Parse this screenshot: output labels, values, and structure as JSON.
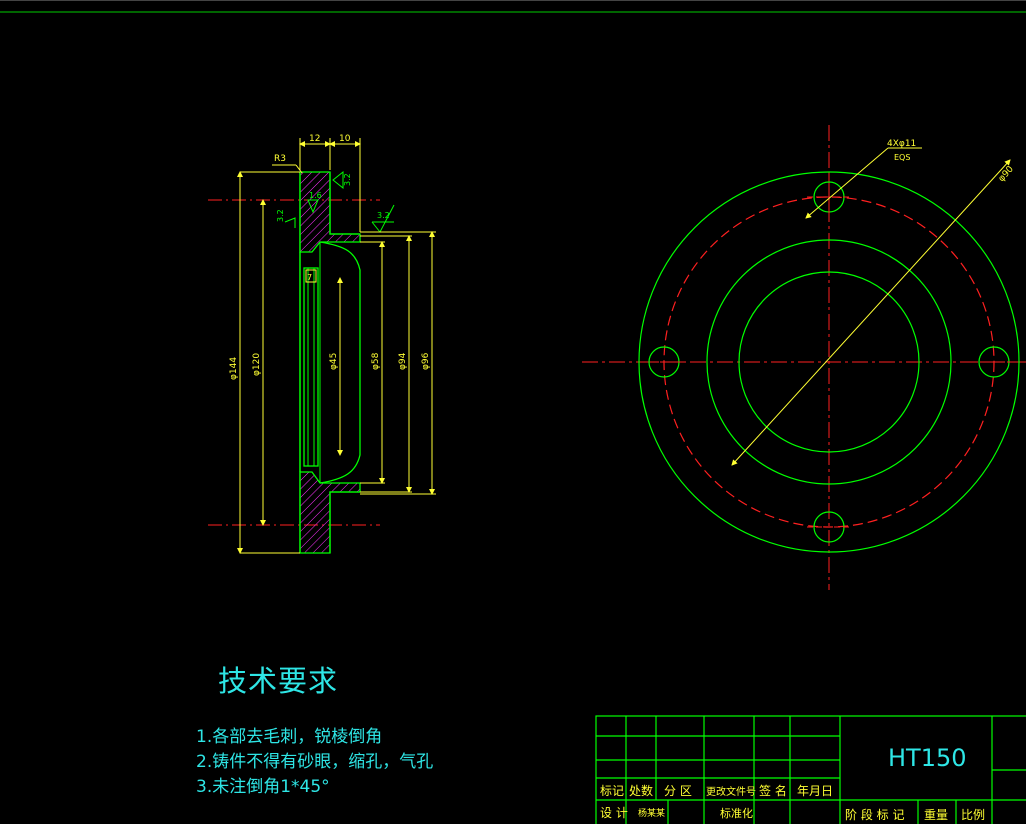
{
  "views": {
    "section": {
      "dims_top": [
        "12",
        "10"
      ],
      "radius": "R3",
      "roughness": [
        "3.2",
        "1.6",
        "3.2",
        "3.2"
      ],
      "groove_width": "7",
      "diameters": [
        "φ144",
        "φ120",
        "φ45",
        "φ58",
        "φ94",
        "φ96"
      ]
    },
    "front": {
      "holes": "4Xφ11",
      "eqs": "EQS",
      "bolt_circle": "φ90"
    }
  },
  "technical_requirements": {
    "title": "技术要求",
    "items": [
      "1.各部去毛刺，锐棱倒角",
      "2.铸件不得有砂眼，缩孔，气孔",
      "3.未注倒角1*45°"
    ]
  },
  "title_block": {
    "headers": [
      "标记",
      "处数",
      "分 区",
      "更改文件号",
      "签 名",
      "年月日"
    ],
    "row2": [
      "设 计",
      "杨某某",
      "标准化"
    ],
    "right_labels": [
      "阶 段 标 记",
      "重量",
      "比例"
    ],
    "material": "HT150"
  },
  "colors": {
    "outline": "#00ff00",
    "dimension": "#ffff33",
    "centerline": "#ff2020",
    "hatch": "#ff33ff",
    "text": "#2ee6e6"
  }
}
